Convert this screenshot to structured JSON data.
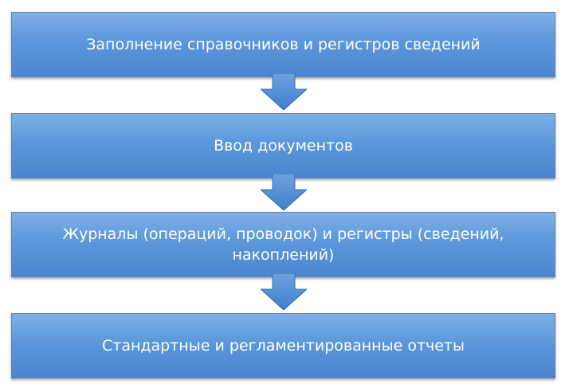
{
  "flowchart": {
    "steps": [
      {
        "label": "Заполнение справочников и регистров сведений"
      },
      {
        "label": "Ввод документов"
      },
      {
        "label": "Журналы (операций, проводок) и регистры (сведений, накоплений)"
      },
      {
        "label": "Стандартные и регламентированные отчеты"
      }
    ]
  },
  "colors": {
    "box_fill_top": "#7fb0e6",
    "box_fill_bottom": "#4a86d0",
    "box_border": "#5b86b8",
    "arrow_fill": "#4b8ad3",
    "text": "#ffffff"
  },
  "icons": {
    "connector": "down-arrow-icon"
  }
}
